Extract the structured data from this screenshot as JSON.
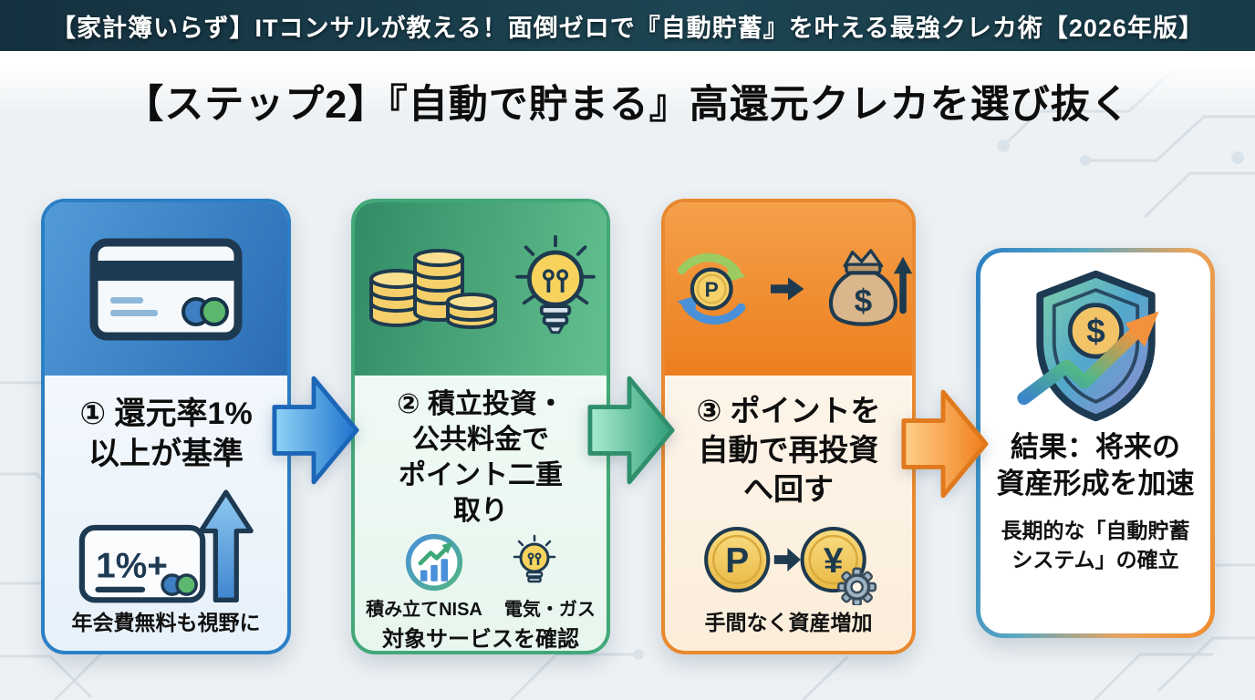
{
  "banner": {
    "title": "【家計簿いらず】ITコンサルが教える！面倒ゼロで『自動貯蓄』を叶える最強クレカ術【2026年版】"
  },
  "heading": {
    "title": "【ステップ2】『自動で貯まる』高還元クレカを選び抜く"
  },
  "steps": [
    {
      "title_lines": [
        "① 還元率1%",
        "以上が基準"
      ],
      "badge_text": "1%+",
      "footnote": "年会費無料も視野に"
    },
    {
      "title_lines": [
        "② 積立投資・",
        "公共料金で",
        "ポイント二重",
        "取り"
      ],
      "icon_labels": [
        "積み立てNISA",
        "電気・ガス"
      ],
      "footnote": "対象サービスを確認"
    },
    {
      "title_lines": [
        "③ ポイントを",
        "自動で再投資",
        "へ回す"
      ],
      "coin_letters": {
        "point": "P",
        "yen": "¥"
      },
      "footnote": "手間なく資産増加"
    }
  ],
  "result": {
    "title_lines": [
      "結果：将来の",
      "資産形成を加速"
    ],
    "sub_lines": [
      "長期的な「自動貯蓄",
      "システム」の確立"
    ],
    "shield_symbol": "$"
  },
  "icons": {
    "recycle_point_letter": "P",
    "moneybag_symbol": "$"
  },
  "colors": {
    "banner_bg": "#17333f",
    "step1_accent": "#2b7fc4",
    "step2_accent": "#43a878",
    "step3_accent": "#e8882f",
    "result_border_start": "#2b7fc4",
    "result_border_end": "#ef8c2e",
    "arrow1": "#2f8fe0",
    "arrow2": "#3fae85",
    "arrow3": "#f59433"
  }
}
